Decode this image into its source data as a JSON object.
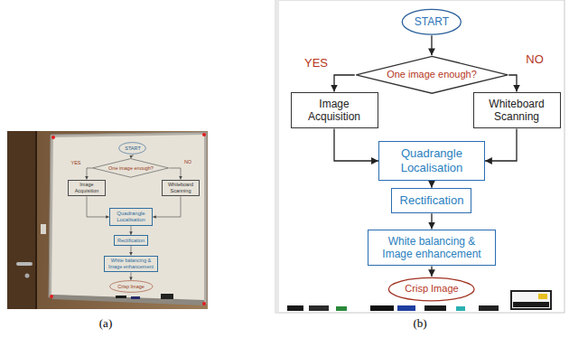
{
  "diagram": {
    "nodes": [
      {
        "text": [
          "START"
        ]
      },
      {
        "text": [
          "One image enough?"
        ]
      },
      {
        "text": [
          "Image Acquisition"
        ]
      },
      {
        "text": [
          "Whiteboard Scanning"
        ]
      },
      {
        "text": [
          "Quadrangle Localisation"
        ]
      },
      {
        "text": [
          "Rectification"
        ]
      },
      {
        "text": [
          "White balancing & Image enhancement"
        ]
      },
      {
        "text": [
          "Crisp Image"
        ]
      },
      {
        "text": [
          "START"
        ]
      },
      {
        "text": [
          "One image enough?"
        ]
      },
      {
        "text": [
          "Image Acquisition"
        ]
      },
      {
        "text": [
          "Whiteboard Scanning"
        ]
      },
      {
        "text": [
          "Quadrangle Localisation"
        ]
      },
      {
        "text": [
          "Rectification"
        ]
      },
      {
        "text": [
          "White balancing & Image enhancement"
        ]
      },
      {
        "text": [
          "Crisp Image"
        ]
      }
    ],
    "edges": [
      {
        "from": 0,
        "to": 1,
        "arrow": "to"
      },
      {
        "from": 1,
        "to": 2,
        "label": "YES",
        "arrow": "to"
      },
      {
        "from": 1,
        "to": 3,
        "label": "NO",
        "arrow": "to"
      },
      {
        "from": 2,
        "to": 4,
        "arrow": "to"
      },
      {
        "from": 3,
        "to": 4,
        "arrow": "to"
      },
      {
        "from": 4,
        "to": 5,
        "arrow": "to"
      },
      {
        "from": 5,
        "to": 6,
        "arrow": "to"
      },
      {
        "from": 6,
        "to": 7,
        "arrow": "to"
      },
      {
        "from": 8,
        "to": 9,
        "arrow": "to"
      },
      {
        "from": 9,
        "to": 10,
        "label": "YES",
        "arrow": "to"
      },
      {
        "from": 9,
        "to": 11,
        "label": "NO",
        "arrow": "to"
      },
      {
        "from": 10,
        "to": 12,
        "arrow": "to"
      },
      {
        "from": 11,
        "to": 12,
        "arrow": "to"
      },
      {
        "from": 12,
        "to": 13,
        "arrow": "to"
      },
      {
        "from": 13,
        "to": 14,
        "arrow": "to"
      },
      {
        "from": 14,
        "to": 15,
        "arrow": "to"
      }
    ],
    "labels": [
      "(a)",
      "(b)"
    ]
  }
}
